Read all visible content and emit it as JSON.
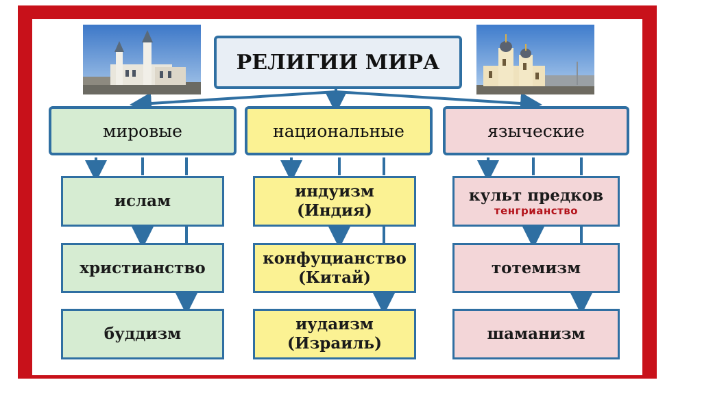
{
  "title": "РЕЛИГИИ МИРА",
  "columns": [
    {
      "heading": "мировые",
      "color": "#d6ecd2",
      "items": [
        {
          "line1": "ислам"
        },
        {
          "line1": "христианство"
        },
        {
          "line1": "буддизм"
        }
      ]
    },
    {
      "heading": "национальные",
      "color": "#fbf293",
      "items": [
        {
          "line1": "индуизм",
          "line2": "(Индия)"
        },
        {
          "line1": "конфуцианство",
          "line2": "(Китай)"
        },
        {
          "line1": "иудаизм",
          "line2": "(Израиль)"
        }
      ]
    },
    {
      "heading": "языческие",
      "color": "#f3d6d8",
      "items": [
        {
          "line1": "культ предков",
          "note": "тенгрианство"
        },
        {
          "line1": "тотемизм"
        },
        {
          "line1": "шаманизм"
        }
      ]
    }
  ],
  "colors": {
    "frame": "#c8111a",
    "border": "#2f6fa2",
    "note": "#b3121a"
  },
  "images": [
    "mosque-photo",
    "church-photo"
  ]
}
